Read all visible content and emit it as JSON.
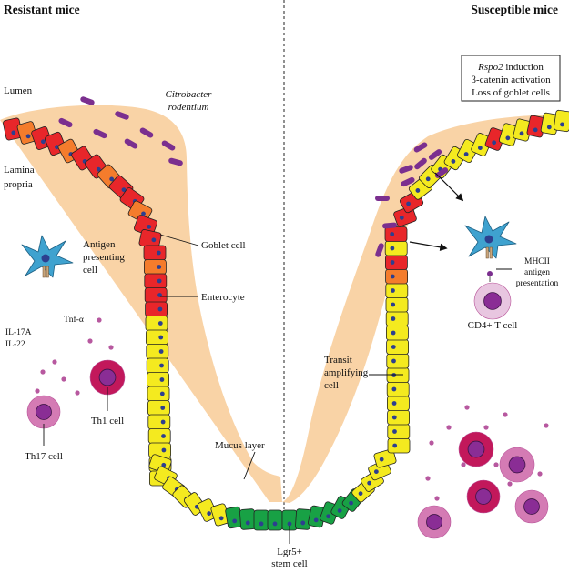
{
  "headings": {
    "left": "Resistant mice",
    "right": "Susceptible mice"
  },
  "box_lines": [
    {
      "italic": "Rspo2",
      "rest": " induction"
    },
    {
      "italic": "",
      "rest": "β-catenin activation"
    },
    {
      "italic": "",
      "rest": "Loss of goblet cells"
    }
  ],
  "labels": {
    "lumen": "Lumen",
    "lamina_1": "Lamina",
    "lamina_2": "propria",
    "citro_1": "Citrobacter",
    "citro_2": "rodentium",
    "apc_1": "Antigen",
    "apc_2": "presenting",
    "apc_3": "cell",
    "goblet": "Goblet cell",
    "enterocyte": "Enterocyte",
    "il17": "IL-17A",
    "il22": "IL-22",
    "tnf": "Tnf-α",
    "th1": "Th1 cell",
    "th17": "Th17 cell",
    "mucus": "Mucus layer",
    "lgr5_1": "Lgr5+",
    "lgr5_2": "stem cell",
    "transit_1": "Transit",
    "transit_2": "amplifying",
    "transit_3": "cell",
    "mhc_1": "MHCII",
    "mhc_2": "antigen",
    "mhc_3": "presentation",
    "cd4": "CD4+ T cell"
  },
  "colors": {
    "mucus": "#f9d3a6",
    "enterocyte": "#e8262a",
    "goblet": "#f47c2c",
    "transit": "#f4ea1f",
    "stem": "#18a145",
    "nucleus": "#2d3f8f",
    "bacteria": "#7b2f8f",
    "apc": "#3fa2cf",
    "th1_outer": "#c2185b",
    "th17_outer": "#d47bb4",
    "cd4_outer": "#e8c6e0",
    "t_inner": "#8a2d95",
    "cytokine": "#b7589f"
  },
  "icons": [
    "bacterium-icon",
    "antigen-presenting-cell-icon",
    "t-cell-icon",
    "cytokine-dot-icon",
    "arrow-icon"
  ]
}
